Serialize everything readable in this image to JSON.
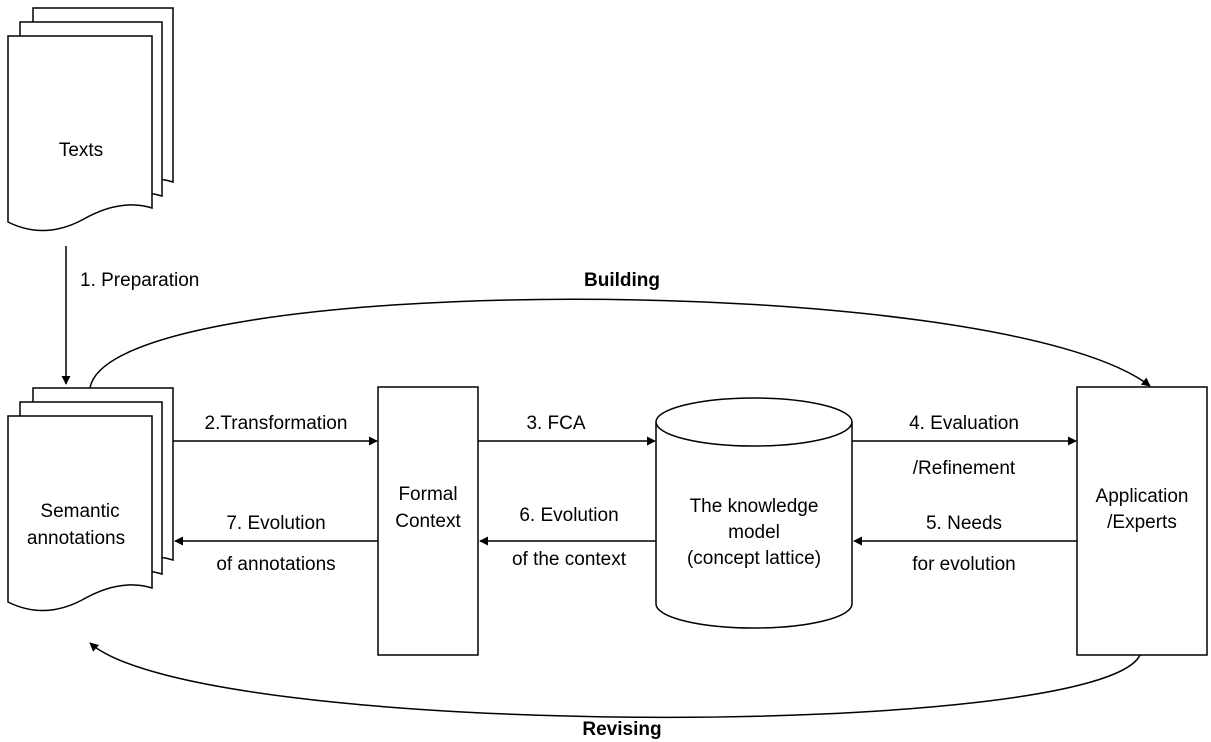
{
  "nodes": {
    "texts": "Texts",
    "semantic_line1": "Semantic",
    "semantic_line2": "annotations",
    "formal_line1": "Formal",
    "formal_line2": "Context",
    "knowledge_line1": "The knowledge",
    "knowledge_line2": "model",
    "knowledge_line3": "(concept lattice)",
    "app_line1": "Application",
    "app_line2": "/Experts"
  },
  "edges": {
    "preparation": "1. Preparation",
    "transformation": "2.Transformation",
    "fca": "3. FCA",
    "evaluation_line1": "4. Evaluation",
    "evaluation_line2": "/Refinement",
    "needs_line1": "5. Needs",
    "needs_line2": "for evolution",
    "evo_context_line1": "6. Evolution",
    "evo_context_line2": "of the context",
    "evo_annot_line1": "7. Evolution",
    "evo_annot_line2": "of annotations"
  },
  "loops": {
    "building": "Building",
    "revising": "Revising"
  }
}
